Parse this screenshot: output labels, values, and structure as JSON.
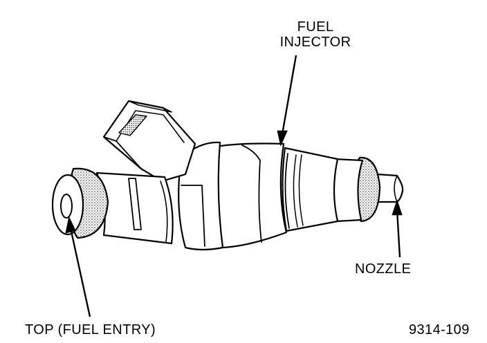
{
  "labels": {
    "fuel_injector_line1": "FUEL",
    "fuel_injector_line2": "INJECTOR",
    "nozzle": "NOZZLE",
    "top_fuel_entry": "TOP (FUEL ENTRY)",
    "figure_number": "9314-109"
  },
  "colors": {
    "ink": "#000000",
    "paper": "#ffffff",
    "stipple": "#8a8a8a"
  }
}
